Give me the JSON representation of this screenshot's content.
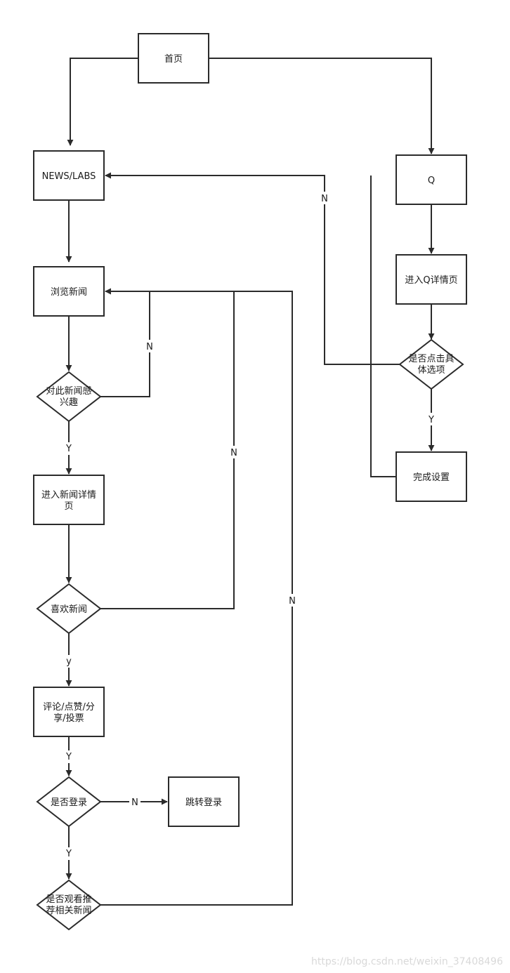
{
  "nodes": {
    "home": [
      "首页"
    ],
    "news_labs": [
      "NEWS/LABS"
    ],
    "q": [
      "Q"
    ],
    "browse_news": [
      "浏览新闻"
    ],
    "q_detail": [
      "进入Q详情页"
    ],
    "click_option": [
      "是否点击具",
      "体选项"
    ],
    "interested": [
      "对此新闻感",
      "兴趣"
    ],
    "complete_settings": [
      "完成设置"
    ],
    "news_detail": [
      "进入新闻详情",
      "页"
    ],
    "like_news": [
      "喜欢新闻"
    ],
    "interact": [
      "评论/点赞/分",
      "享/投票"
    ],
    "logged_in": [
      "是否登录"
    ],
    "goto_login": [
      "跳转登录"
    ],
    "watch_related": [
      "是否观看推",
      "荐相关新闻"
    ]
  },
  "edge_labels": {
    "click_option_no": "N",
    "click_option_yes": "Y",
    "interested_no": "N",
    "interested_yes": "Y",
    "like_no": "N",
    "like_yes": "y",
    "interact_to_login": "Y",
    "login_no": "N",
    "login_yes": "Y",
    "related_no": "N"
  },
  "watermark": "https://blog.csdn.net/weixin_37408496"
}
